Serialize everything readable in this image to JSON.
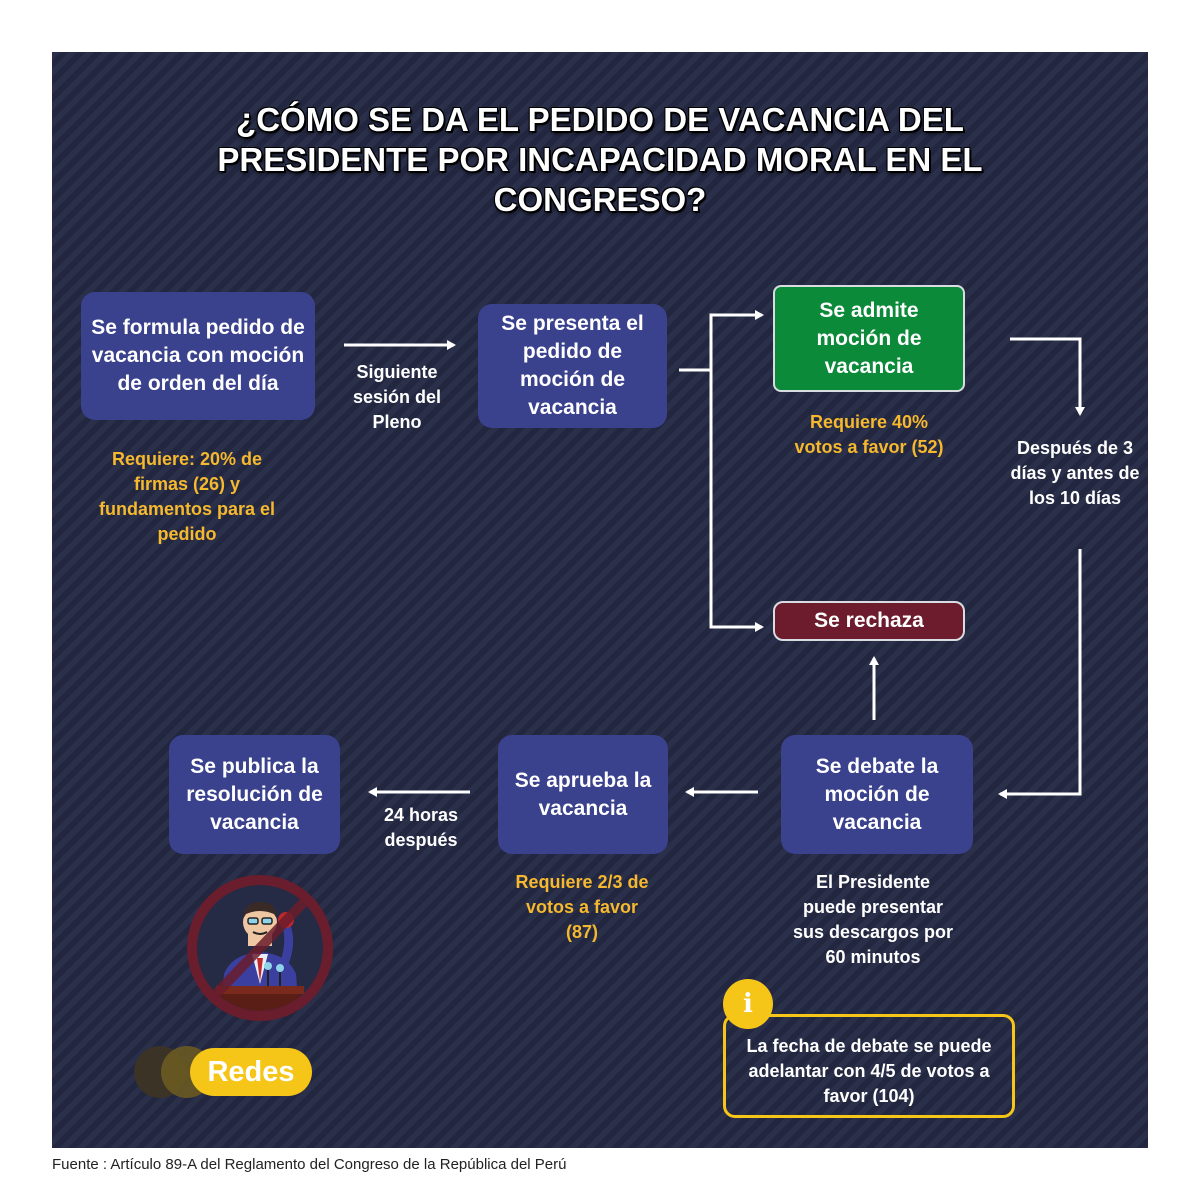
{
  "title": "¿CÓMO SE DA EL PEDIDO DE VACANCIA DEL PRESIDENTE POR INCAPACIDAD MORAL EN EL CONGRESO?",
  "steps": {
    "formula": "Se formula  pedido de vacancia con moción de orden del día",
    "presenta": "Se presenta el pedido de moción de vacancia",
    "admite": "Se admite moción de vacancia",
    "rechaza": "Se rechaza",
    "debate": "Se debate la moción de vacancia",
    "aprueba": "Se aprueba la vacancia",
    "publica": "Se publica la resolución de vacancia"
  },
  "notes": {
    "req_formula": "Requiere: 20% de firmas (26) y fundamentos para el pedido",
    "siguiente_sesion": "Siguiente sesión del Pleno",
    "req_admite": "Requiere 40% votos a favor (52)",
    "plazo_debate": "Después de 3 días y antes de los 10 días",
    "descargos": "El Presidente puede presentar sus descargos por 60 minutos",
    "req_aprueba": "Requiere 2/3 de votos a favor (87)",
    "veinticuatro_horas": "24 horas después"
  },
  "info": {
    "icon": "i",
    "text": "La fecha de debate se puede adelantar con 4/5 de votos a favor (104)"
  },
  "logo": {
    "label": "Redes"
  },
  "source": "Fuente : Artículo 89-A del Reglamento del Congreso de la República del Perú",
  "colors": {
    "background": "#262b45",
    "step_blue": "#3a418d",
    "admit_green": "#0b8a3a",
    "reject_red": "#6c1c2c",
    "accent_yellow": "#f5b82e"
  }
}
